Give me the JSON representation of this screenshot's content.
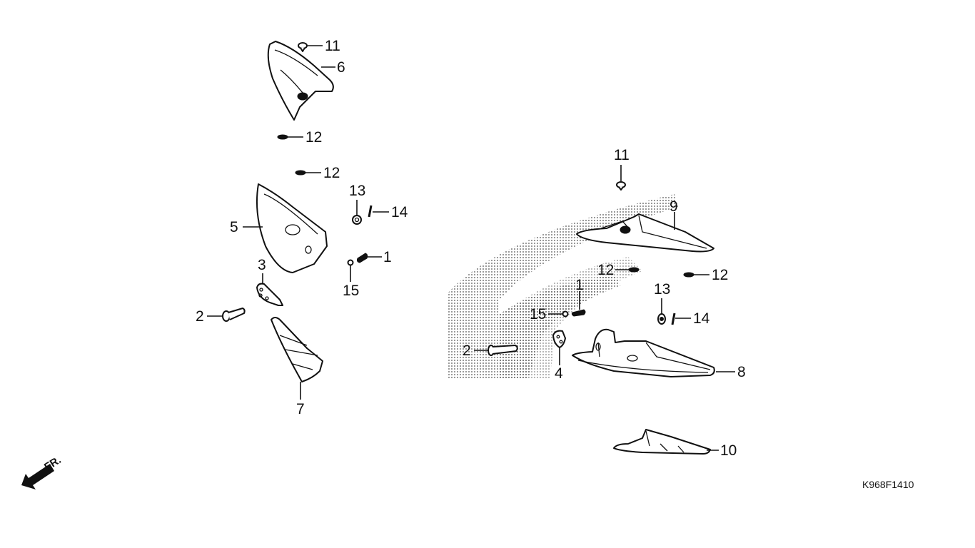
{
  "diagram": {
    "type": "exploded-parts-diagram",
    "drawing_code": "K968F1410",
    "direction_indicator": {
      "icon": "front-arrow-icon",
      "label": "FR."
    },
    "watermark": "HONDA (dotted logo)",
    "callouts_left": [
      {
        "ref": "11",
        "part": "clip"
      },
      {
        "ref": "6",
        "part": "cover (upper left)"
      },
      {
        "ref": "12",
        "part": "nut / grommet"
      },
      {
        "ref": "12",
        "part": "nut / grommet"
      },
      {
        "ref": "5",
        "part": "step (left)"
      },
      {
        "ref": "13",
        "part": "washer"
      },
      {
        "ref": "14",
        "part": "cotter pin"
      },
      {
        "ref": "1",
        "part": "spring"
      },
      {
        "ref": "15",
        "part": "ball"
      },
      {
        "ref": "3",
        "part": "bracket"
      },
      {
        "ref": "2",
        "part": "pin"
      },
      {
        "ref": "7",
        "part": "rubber (left)"
      }
    ],
    "callouts_right": [
      {
        "ref": "11",
        "part": "clip"
      },
      {
        "ref": "9",
        "part": "cover (upper right)"
      },
      {
        "ref": "12",
        "part": "nut / grommet"
      },
      {
        "ref": "12",
        "part": "nut / grommet"
      },
      {
        "ref": "1",
        "part": "spring"
      },
      {
        "ref": "15",
        "part": "ball"
      },
      {
        "ref": "13",
        "part": "washer"
      },
      {
        "ref": "14",
        "part": "cotter pin"
      },
      {
        "ref": "2",
        "part": "pin"
      },
      {
        "ref": "4",
        "part": "bracket"
      },
      {
        "ref": "8",
        "part": "step (right)"
      },
      {
        "ref": "10",
        "part": "rubber (right)"
      }
    ]
  }
}
